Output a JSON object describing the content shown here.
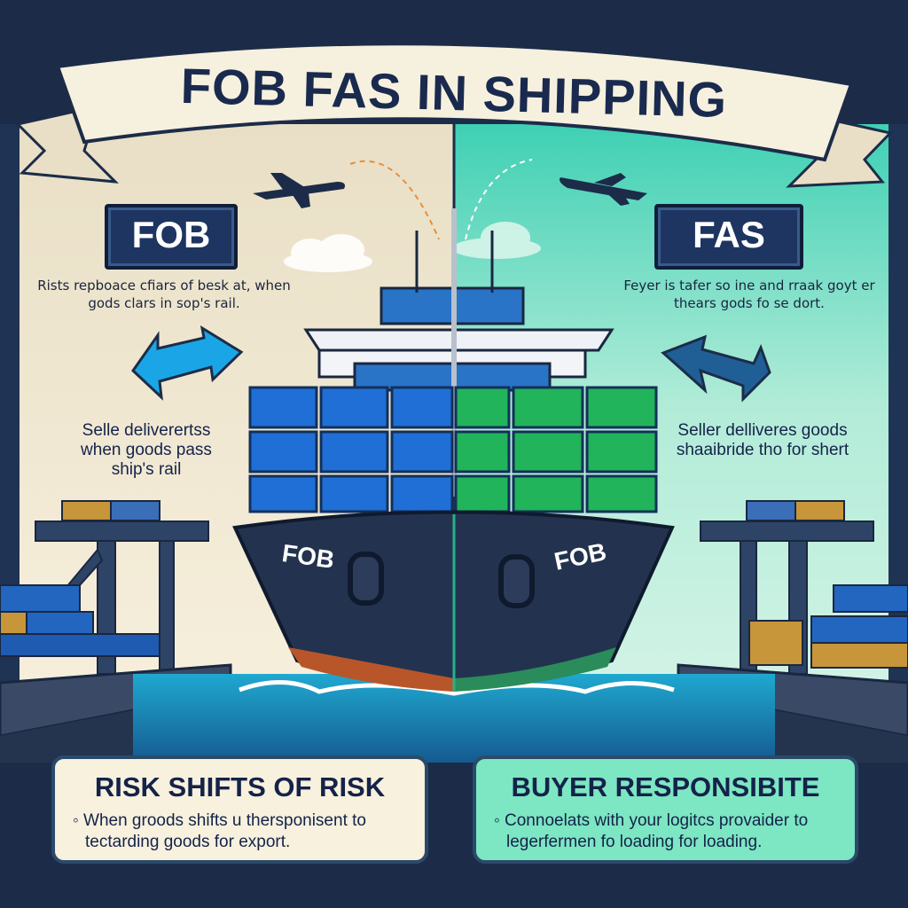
{
  "title": "FOB FAS IN SHIPPING",
  "left_panel": {
    "label": "FOB",
    "description": "Rists repboace cfiars of besk at, when gods clars in sop's rail.",
    "detail": "Selle deliverertss when goods pass ship's rail"
  },
  "right_panel": {
    "label": "FAS",
    "description": "Feyer is tafer so ine and rraak goyt er thears gods fo se dort.",
    "detail": "Seller delliveres goods shaaibride tho for shert"
  },
  "ship": {
    "hull_label_left": "FOB",
    "hull_label_right": "FOB"
  },
  "bottom_left": {
    "heading": "RISK SHIFTS OF RISK",
    "bullet": "When groods shifts u thersponisent to tectarding goods for export."
  },
  "bottom_right": {
    "heading": "BUYER RESPONSIBITE",
    "bullet": "Connoelats with your logitcs provaider to legerfermen fo loading for loading."
  },
  "colors": {
    "background": "#1c2c48",
    "left_panel": "#f2e9d4",
    "right_panel": "#a8e8d2",
    "blue_container": "#1f6fd6",
    "green_container": "#21b45a",
    "hull": "#23334f"
  }
}
